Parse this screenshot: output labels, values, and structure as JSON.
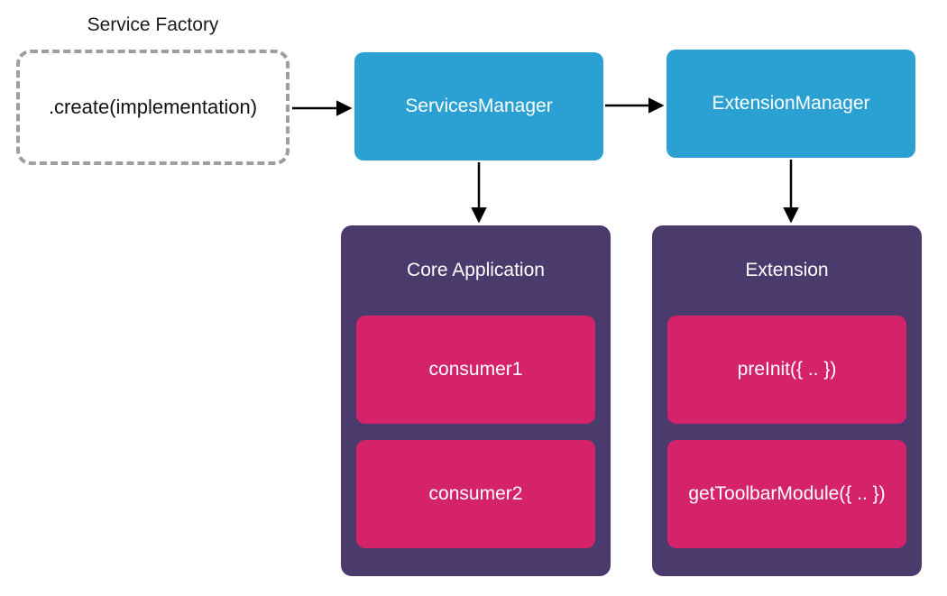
{
  "diagram": {
    "service_factory": {
      "label": "Service Factory",
      "method": ".create(implementation)"
    },
    "services_manager": {
      "label": "ServicesManager"
    },
    "extension_manager": {
      "label": "ExtensionManager"
    },
    "core_application": {
      "title": "Core Application",
      "items": [
        "consumer1",
        "consumer2"
      ]
    },
    "extension": {
      "title": "Extension",
      "items": [
        "preInit({ .. })",
        "getToolbarModule({ .. })"
      ]
    },
    "colors": {
      "blue": "#2BA0D2",
      "purple": "#4B3B6D",
      "pink": "#D4226B",
      "dashed_border": "#9E9E9E",
      "arrow": "#000000"
    }
  }
}
